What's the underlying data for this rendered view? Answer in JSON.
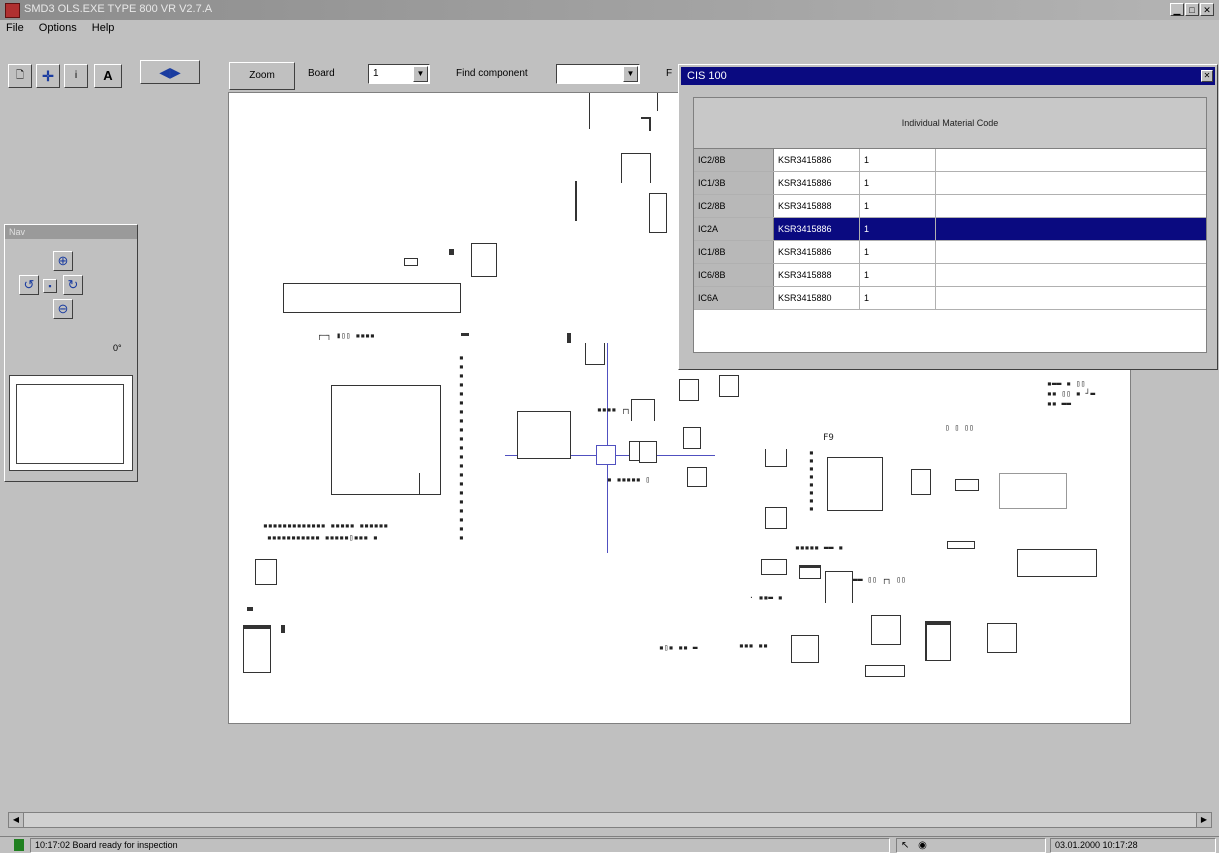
{
  "window": {
    "title": "SMD3 OLS.EXE   TYPE 800 VR   V2.7.A"
  },
  "menu": {
    "items": [
      "File",
      "Options",
      "Help"
    ]
  },
  "toolbar": {
    "zoom_label": "Zoom",
    "board_label": "Board",
    "board_value": "1",
    "find_label": "Find component",
    "find_value": "",
    "extra_label": "F"
  },
  "nav_panel": {
    "title": "Nav",
    "angle": "0°"
  },
  "popup": {
    "title": "CIS 100",
    "header": "Individual Material Code",
    "rows": [
      {
        "ref": "IC2/8B",
        "code": "KSR3415886",
        "qty": "1"
      },
      {
        "ref": "IC1/3B",
        "code": "KSR3415886",
        "qty": "1"
      },
      {
        "ref": "IC2/8B",
        "code": "KSR3415888",
        "qty": "1"
      },
      {
        "ref": "IC2A",
        "code": "KSR3415886",
        "qty": "1"
      },
      {
        "ref": "IC1/8B",
        "code": "KSR3415886",
        "qty": "1"
      },
      {
        "ref": "IC6/8B",
        "code": "KSR3415888",
        "qty": "1"
      },
      {
        "ref": "IC6A",
        "code": "KSR3415880",
        "qty": "1"
      }
    ],
    "selected_index": 3
  },
  "pcb": {
    "label_f9": "F9"
  },
  "status": {
    "message": "10:17:02 Board ready for inspection",
    "datetime": "03.01.2000  10:17:28"
  }
}
